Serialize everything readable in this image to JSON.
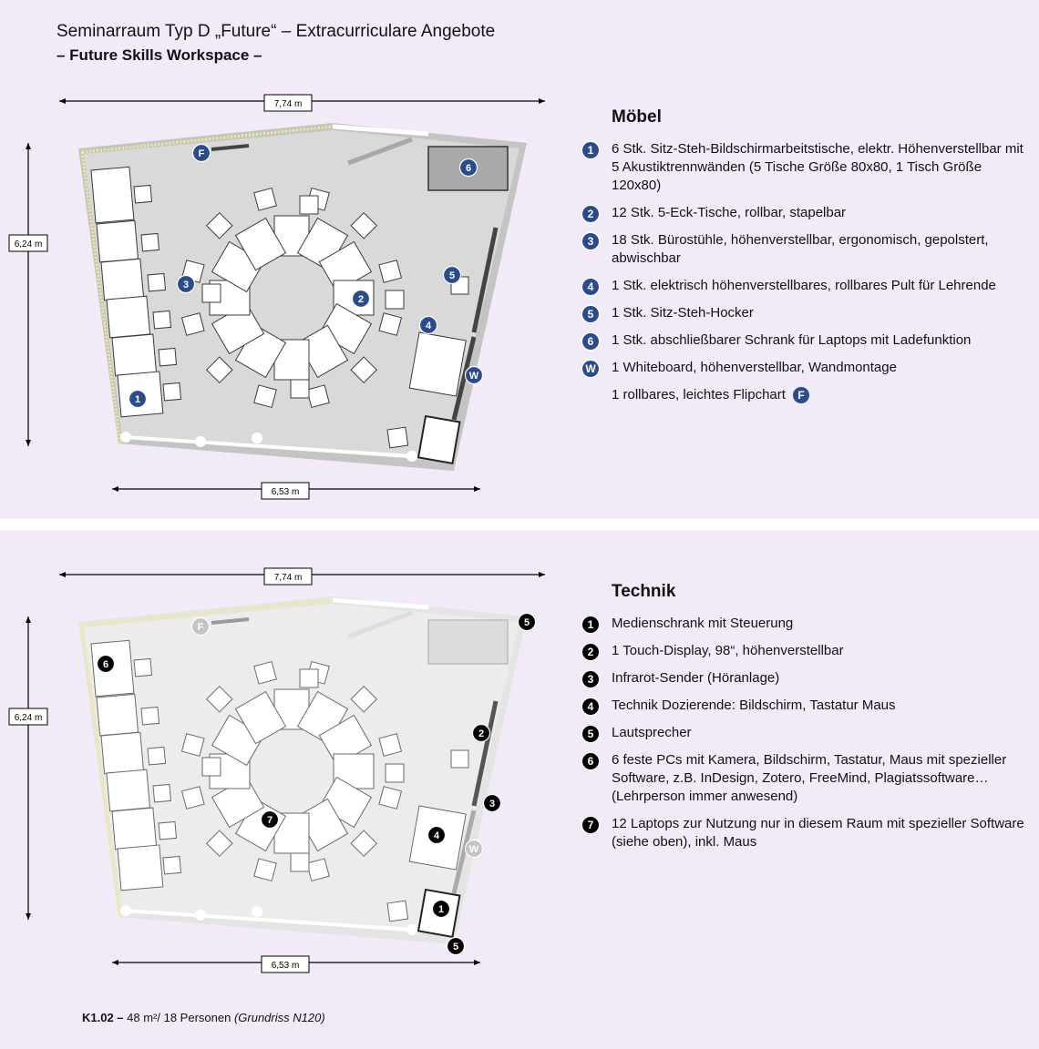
{
  "header": {
    "title": "Seminarraum Typ D „Future“ – Extracurriculare Angebote",
    "subtitle": "– Future Skills Workspace –"
  },
  "dimensions": {
    "top_width": "7,74 m",
    "bottom_width": "6,53 m",
    "height": "6,24 m"
  },
  "moebel": {
    "heading": "Möbel",
    "items": [
      {
        "marker": "1",
        "text": "6 Stk. Sitz-Steh-Bildschirmarbeitstische, elektr. Höhenverstellbar mit 5 Akustiktrennwänden (5 Tische Größe 80x80, 1 Tisch Größe 120x80)"
      },
      {
        "marker": "2",
        "text": "12 Stk. 5-Eck-Tische, rollbar, stapelbar"
      },
      {
        "marker": "3",
        "text": "18 Stk. Bürostühle, höhenverstellbar, ergonomisch, gepolstert, abwischbar"
      },
      {
        "marker": "4",
        "text": "1 Stk. elektrisch höhenverstellbares, rollbares Pult für Lehrende"
      },
      {
        "marker": "5",
        "text": "1 Stk. Sitz-Steh-Hocker"
      },
      {
        "marker": "6",
        "text": "1 Stk. abschließbarer Schrank für Laptops mit Ladefunktion"
      },
      {
        "marker": "W",
        "text": "1 Whiteboard, höhenverstellbar, Wandmontage"
      }
    ],
    "flipchart_text": "1 rollbares, leichtes Flipchart",
    "flipchart_marker": "F"
  },
  "technik": {
    "heading": "Technik",
    "items": [
      {
        "marker": "1",
        "text": "Medienschrank mit Steuerung"
      },
      {
        "marker": "2",
        "text": "1 Touch-Display, 98“, höhenverstellbar"
      },
      {
        "marker": "3",
        "text": "Infrarot-Sender (Höranlage)"
      },
      {
        "marker": "4",
        "text": "Technik Dozierende: Bildschirm, Tastatur Maus"
      },
      {
        "marker": "5",
        "text": "Lautsprecher"
      },
      {
        "marker": "6",
        "text": "6 feste PCs mit Kamera, Bildschirm, Tastatur, Maus mit spezieller Software, z.B. InDesign, Zotero, FreeMind, Plagiatssoftware… (Lehrperson immer anwesend)"
      },
      {
        "marker": "7",
        "text": "12 Laptops zur Nutzung nur in diesem Raum mit spezieller Software (siehe oben), inkl. Maus"
      }
    ]
  },
  "footer": {
    "room": "K1.02 –",
    "info": " 48 m²/ 18 Personen ",
    "plan": "(Grundriss N120)"
  },
  "colors": {
    "background": "#f3eaf7",
    "marker_blue": "#2b4c8c",
    "marker_black": "#000000",
    "room_floor": "#d9d9d9",
    "wall_highlight": "#f2ec8a"
  }
}
